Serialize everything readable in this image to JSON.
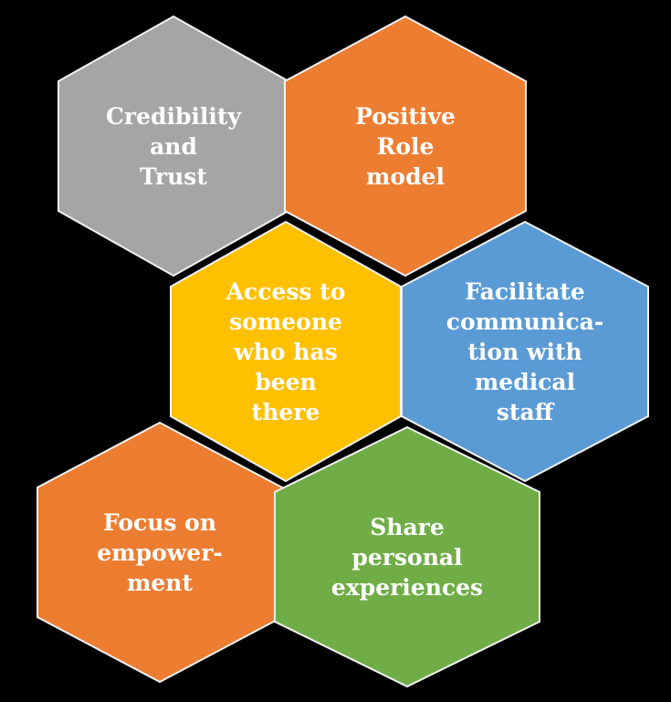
{
  "diagram": {
    "background_color": "#000000",
    "outline_color": "#f2f2f2",
    "text_color": "#ffffff",
    "hexagons": [
      {
        "lines": [
          "Credibility",
          "and",
          "Trust"
        ],
        "fill": "#a5a5a5"
      },
      {
        "lines": [
          "Positive",
          "Role",
          "model"
        ],
        "fill": "#ed7d31"
      },
      {
        "lines": [
          "Access to",
          "someone",
          "who has",
          "been",
          "there"
        ],
        "fill": "#ffc000"
      },
      {
        "lines": [
          "Facilitate",
          "communica-",
          "tion with",
          "medical",
          "staff"
        ],
        "fill": "#5b9bd5"
      },
      {
        "lines": [
          "Focus on",
          "empower-",
          "ment"
        ],
        "fill": "#ed7d31"
      },
      {
        "lines": [
          "Share",
          "personal",
          "experiences"
        ],
        "fill": "#70ad47"
      }
    ]
  }
}
